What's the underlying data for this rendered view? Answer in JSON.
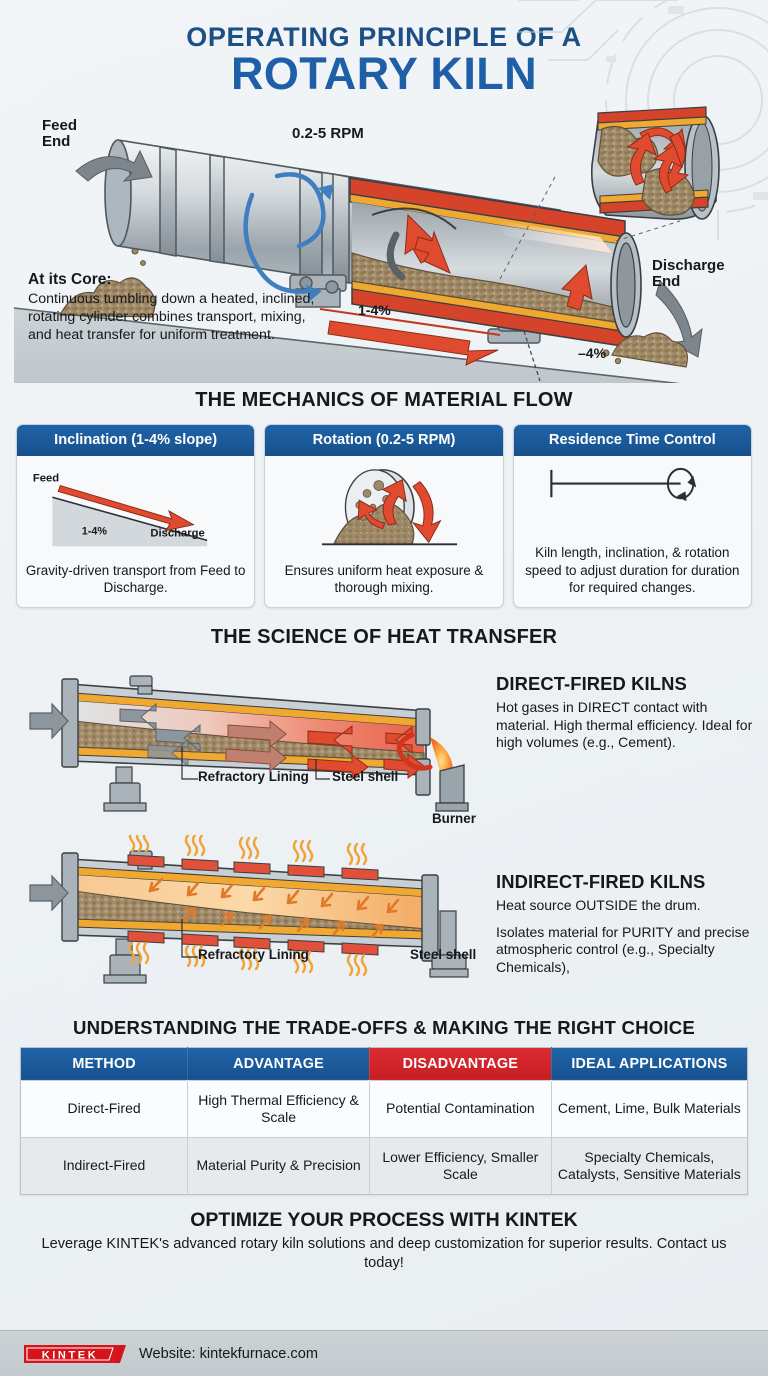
{
  "theme": {
    "blue_dark": "#1d4f87",
    "blue": "#1e5fa8",
    "red": "#cc2026",
    "shell_red": "#d4432a",
    "lining_orange": "#f0a830",
    "material_tan": "#a8906e",
    "bg": "#eef2f5"
  },
  "header": {
    "line1": "OPERATING PRINCIPLE OF A",
    "line2": "ROTARY KILN"
  },
  "hero": {
    "feed_end": "Feed\nEnd",
    "feed_end_l1": "Feed",
    "feed_end_l2": "End",
    "rpm": "0.2-5 RPM",
    "discharge_l1": "Discharge",
    "discharge_l2": "End",
    "slope_mid": "1-4%",
    "slope_angle": "–4%",
    "core_title": "At its Core:",
    "core_body": "Continuous tumbling down a heated, inclined, rotating cylinder combines transport, mixing, and heat transfer for uniform treatment."
  },
  "mechanics": {
    "heading": "THE MECHANICS OF MATERIAL FLOW",
    "cards": [
      {
        "title": "Inclination (1-4% slope)",
        "art_feed": "Feed",
        "art_discharge": "Discharge",
        "art_pct": "1-4%",
        "text": "Gravity-driven transport from Feed to Discharge."
      },
      {
        "title": "Rotation (0.2-5 RPM)",
        "text": "Ensures uniform heat exposure & thorough mixing."
      },
      {
        "title": "Residence Time Control",
        "text": "Kiln length, inclination, & rotation speed to adjust duration for duration for required changes."
      }
    ]
  },
  "heat": {
    "heading": "THE SCIENCE OF HEAT TRANSFER",
    "direct": {
      "title": "DIRECT-FIRED KILNS",
      "body": "Hot gases in DIRECT contact with material. High thermal efficiency. Ideal for high volumes (e.g., Cement).",
      "label_refractory": "Refractory Lining",
      "label_shell": "Steel shell",
      "label_burner": "Burner"
    },
    "indirect": {
      "title": "INDIRECT-FIRED KILNS",
      "body_1": "Heat source OUTSIDE the drum.",
      "body_2": "Isolates material for PURITY and precise atmospheric control (e.g., Specialty Chemicals),",
      "label_refractory": "Refractory Lining",
      "label_shell": "Steel shell"
    }
  },
  "tradeoffs": {
    "heading": "UNDERSTANDING THE TRADE-OFFS & MAKING THE RIGHT CHOICE",
    "columns": [
      "METHOD",
      "ADVANTAGE",
      "DISADVANTAGE",
      "IDEAL APPLICATIONS"
    ],
    "rows": [
      {
        "method": "Direct-Fired",
        "advantage": "High Thermal Efficiency & Scale",
        "disadvantage": "Potential Contamination",
        "applications": "Cement, Lime, Bulk Materials"
      },
      {
        "method": "Indirect-Fired",
        "advantage": "Material Purity & Precision",
        "disadvantage": "Lower Efficiency, Smaller Scale",
        "applications": "Specialty Chemicals, Catalysts, Sensitive Materials"
      }
    ]
  },
  "cta": {
    "heading": "OPTIMIZE YOUR PROCESS WITH KINTEK",
    "body": "Leverage KINTEK's advanced rotary kiln solutions and deep customization for superior results. Contact us today!"
  },
  "footer": {
    "logo_text": "KINTEK",
    "website": "Website: kintekfurnace.com"
  }
}
